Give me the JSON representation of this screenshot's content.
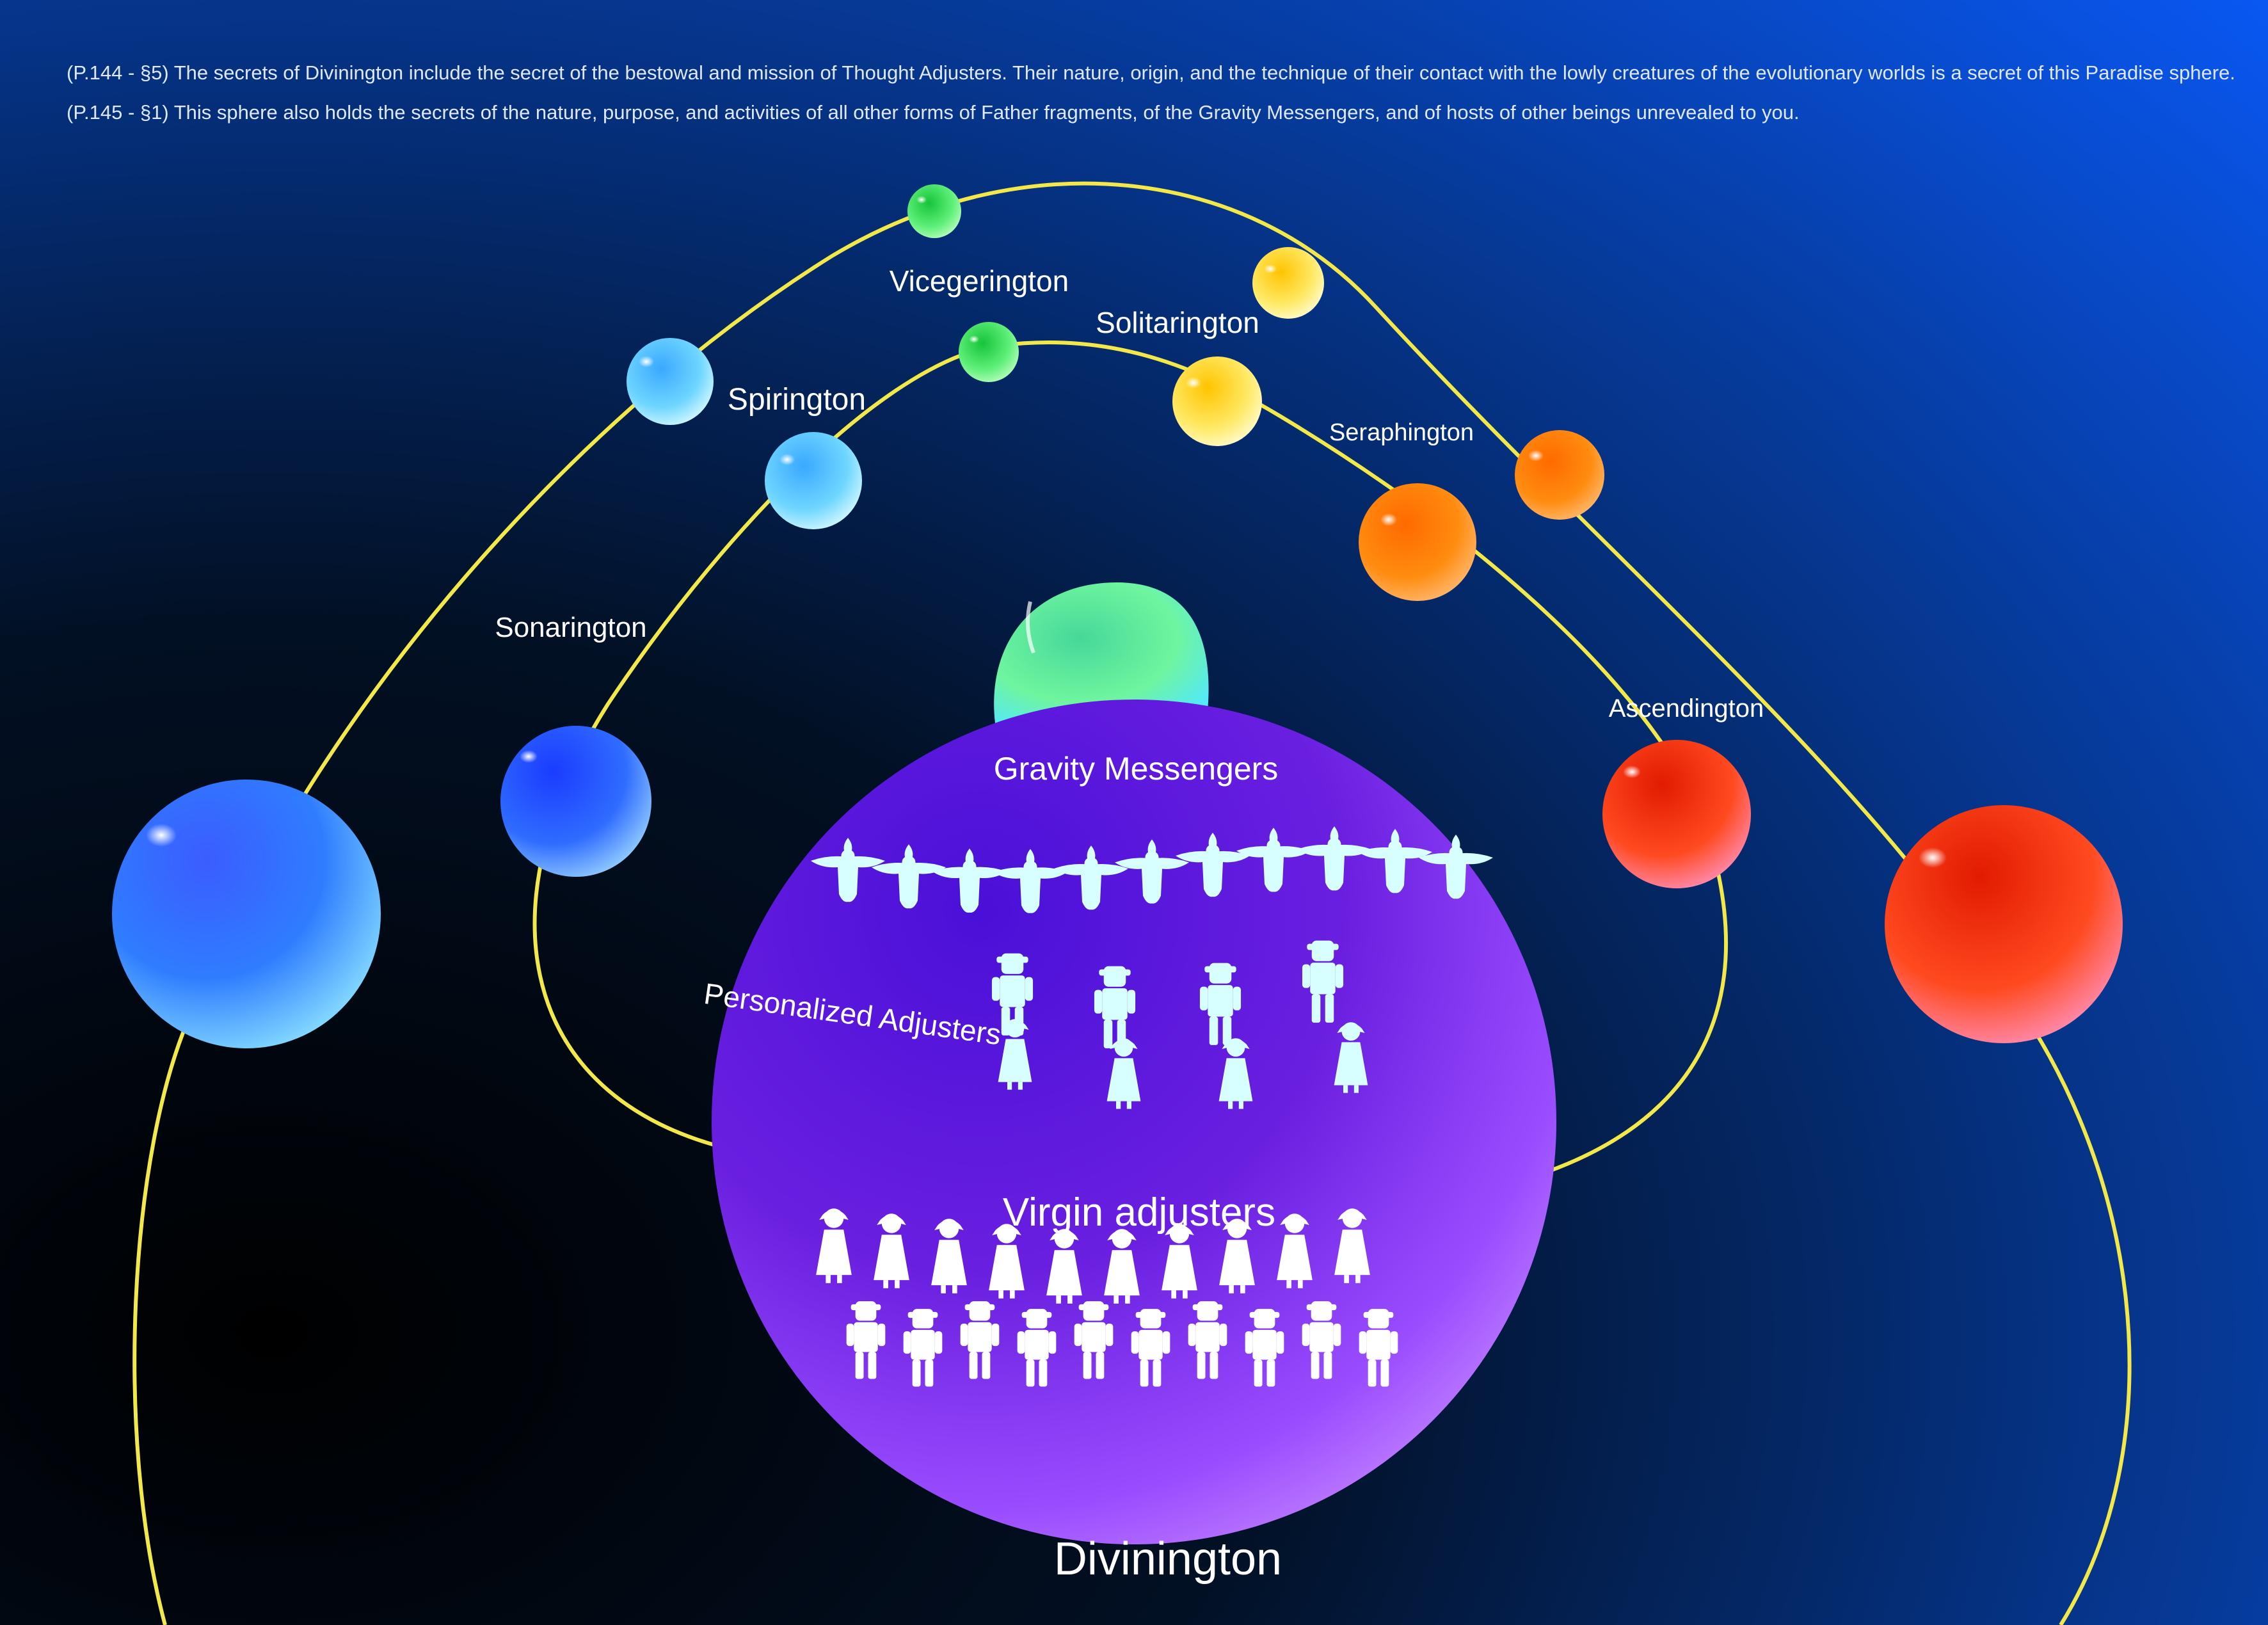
{
  "caption": {
    "line1": "(P.144 - §5) The secrets of Divinington include the secret of the bestowal and mission of Thought Adjusters. Their nature, origin, and the technique of their contact with the lowly creatures of the evolutionary worlds  is a secret of this Paradise sphere.",
    "line2": "(P.145 - §1) This sphere also holds the secrets of the nature, purpose, and activities of all other forms of Father fragments, of the Gravity Messengers, and of hosts of other beings unrevealed to you."
  },
  "labels": {
    "vicegerington": "Vicegerington",
    "solitarington": "Solitarington",
    "spirington": "Spirington",
    "seraphington": "Seraphington",
    "sonarington": "Sonarington",
    "ascendington": "Ascendington",
    "gravity_messengers": "Gravity Messengers",
    "personalized_adjusters": "Personalized Adjusters",
    "virgin_adjusters": "Virgin adjusters",
    "divinington": "Divinington"
  },
  "colors": {
    "orbit_line": "#f2e84a",
    "background_dark": "#000000",
    "background_blue": "#0a5cff",
    "sphere_purple": "#6a1fe0",
    "sphere_pink": "#e0a8ff",
    "figure_fill": "#d8ffff"
  },
  "icons": {
    "gravity_messenger": "winged-figure-icon",
    "personalized_adjuster": "standing-figure-icon",
    "virgin_adjuster": "figure-icon"
  }
}
